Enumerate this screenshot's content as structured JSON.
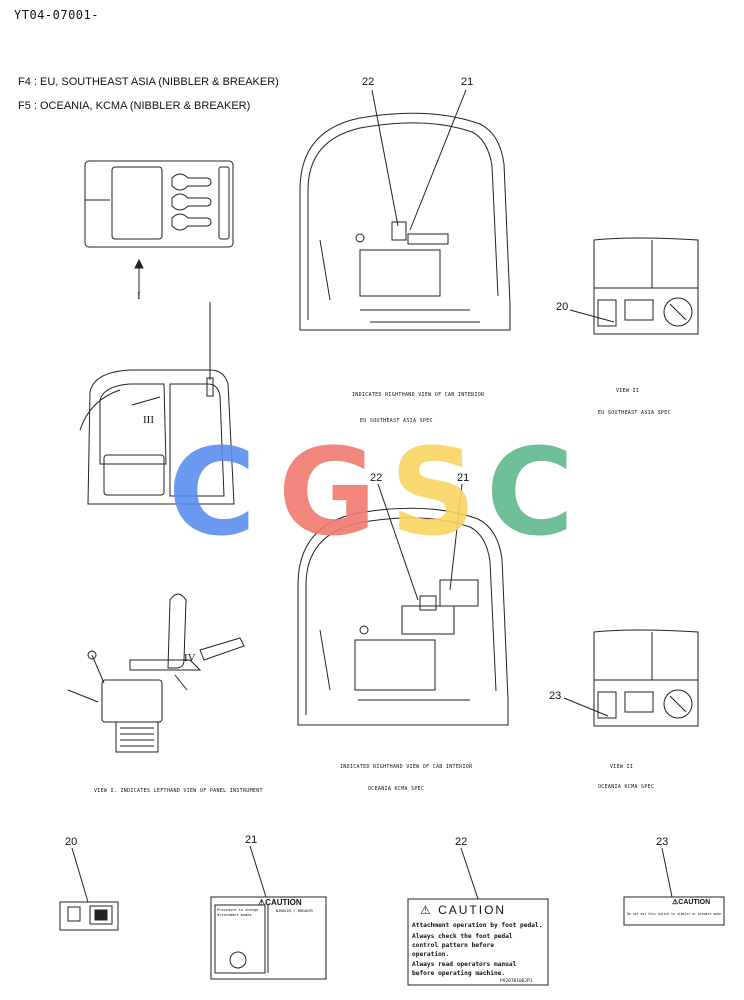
{
  "doc_id": "YT04-07001-",
  "specs": [
    "F4 :  EU, SOUTHEAST ASIA  (NIBBLER & BREAKER)",
    "F5 :  OCEANIA, KCMA  (NIBBLER & BREAKER)"
  ],
  "callouts": {
    "top_22": "22",
    "top_21": "21",
    "top_20": "20",
    "mid_22": "22",
    "mid_21": "21",
    "mid_23": "23",
    "b_20": "20",
    "b_21": "21",
    "b_22": "22",
    "b_23": "23"
  },
  "view_marks": {
    "i": "I",
    "iii": "III",
    "iv": "IV"
  },
  "captions": {
    "cab_eu_1": "INDICATED RIGHTHAND VIEW OF CAB INTERIOR",
    "cab_eu_2": "EU SOUTHEAST ASIA SPEC",
    "view_eu_1": "VIEW II",
    "view_eu_2": "EU SOUTHEAST ASIA SPEC",
    "cab_oc_1": "INDICATED RIGHTHAND VIEW OF CAB INTERIOR",
    "cab_oc_2": "OCEANIA KCMA SPEC",
    "view_oc_1": "VIEW II",
    "view_oc_2": "OCEANIA KCMA SPEC",
    "view_i": "VIEW I.  INDICATES LEFTHAND VIEW OF PANEL INSTRUMENT"
  },
  "watermark": {
    "letters": [
      "C",
      "G",
      "S",
      "C"
    ],
    "colors": [
      "#5b8ff0",
      "#f07a70",
      "#f8d460",
      "#5fb98c"
    ]
  },
  "decal_21": {
    "heading": "CAUTION",
    "left_lines": [
      "Procedure to change",
      "attachment modes"
    ],
    "right_head": "NIBBLER / BREAKER"
  },
  "decal_22": {
    "heading": "CAUTION",
    "lines": [
      "Attachment operation by foot pedal.",
      "Always check the foot pedal",
      "control pattern before",
      "operation.",
      "Always read operators manual",
      "before operating machine."
    ],
    "part_no": "PV20T01062P1"
  },
  "decal_23": {
    "heading": "CAUTION",
    "line": "Do not set this switch to nibbler or breaker mode"
  }
}
